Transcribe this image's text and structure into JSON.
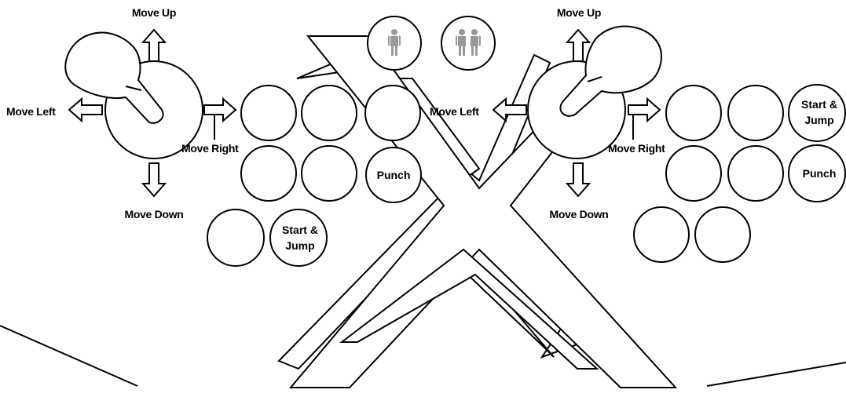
{
  "colors": {
    "outline": "#000000",
    "background": "#ffffff",
    "player_icon": "#999999"
  },
  "player_select": {
    "one_player_icon": "one-player-icon",
    "two_player_icon": "two-players-icon"
  },
  "player1": {
    "labels": {
      "up": "Move Up",
      "left": "Move Left",
      "right": "Move Right",
      "down": "Move Down"
    },
    "buttons": {
      "punch": "Punch",
      "start_jump_line1": "Start &",
      "start_jump_line2": "Jump"
    }
  },
  "player2": {
    "labels": {
      "up": "Move Up",
      "left": "Move Left",
      "right": "Move Right",
      "down": "Move Down"
    },
    "buttons": {
      "punch": "Punch",
      "start_jump_line1": "Start &",
      "start_jump_line2": "Jump"
    }
  }
}
